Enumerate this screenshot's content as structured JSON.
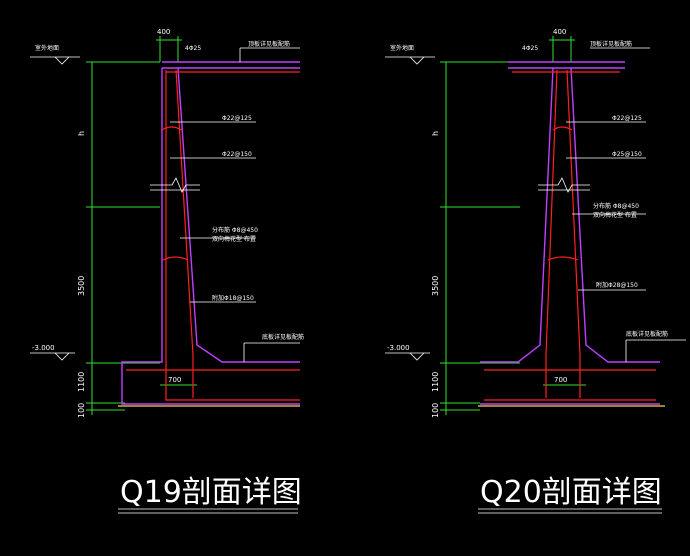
{
  "sections": [
    {
      "title": "Q19剖面详图",
      "top_width": "400",
      "ground_label": "室外地面",
      "top_note": "4Φ25",
      "top_beam_label": "顶板详见板配筋",
      "h_label": "h",
      "height_3500": "3500",
      "elev": "-3.000",
      "base_1100": "1100",
      "base_100": "100",
      "base_width": "700",
      "bottom_slab_label": "底板详见板配筋",
      "rebar_1": "Φ22@125",
      "rebar_2": "Φ22@150",
      "dist_line1": "分布筋 Φ8@450",
      "dist_line2": "双向梅花型 布置",
      "tie_label": "附加Φ18@150"
    },
    {
      "title": "Q20剖面详图",
      "top_width": "400",
      "ground_label": "室外地面",
      "top_note": "4Φ25",
      "top_beam_label": "顶板详见板配筋",
      "h_label": "h",
      "height_3500": "3500",
      "elev": "-3.000",
      "base_1100": "1100",
      "base_100": "100",
      "base_width": "700",
      "bottom_slab_label": "底板详见板配筋",
      "rebar_1": "Φ22@125",
      "rebar_2": "Φ25@150",
      "dist_line1": "分布筋 Φ8@450",
      "dist_line2": "双向梅花型 布置",
      "tie_label": "附加Φ28@150"
    }
  ]
}
